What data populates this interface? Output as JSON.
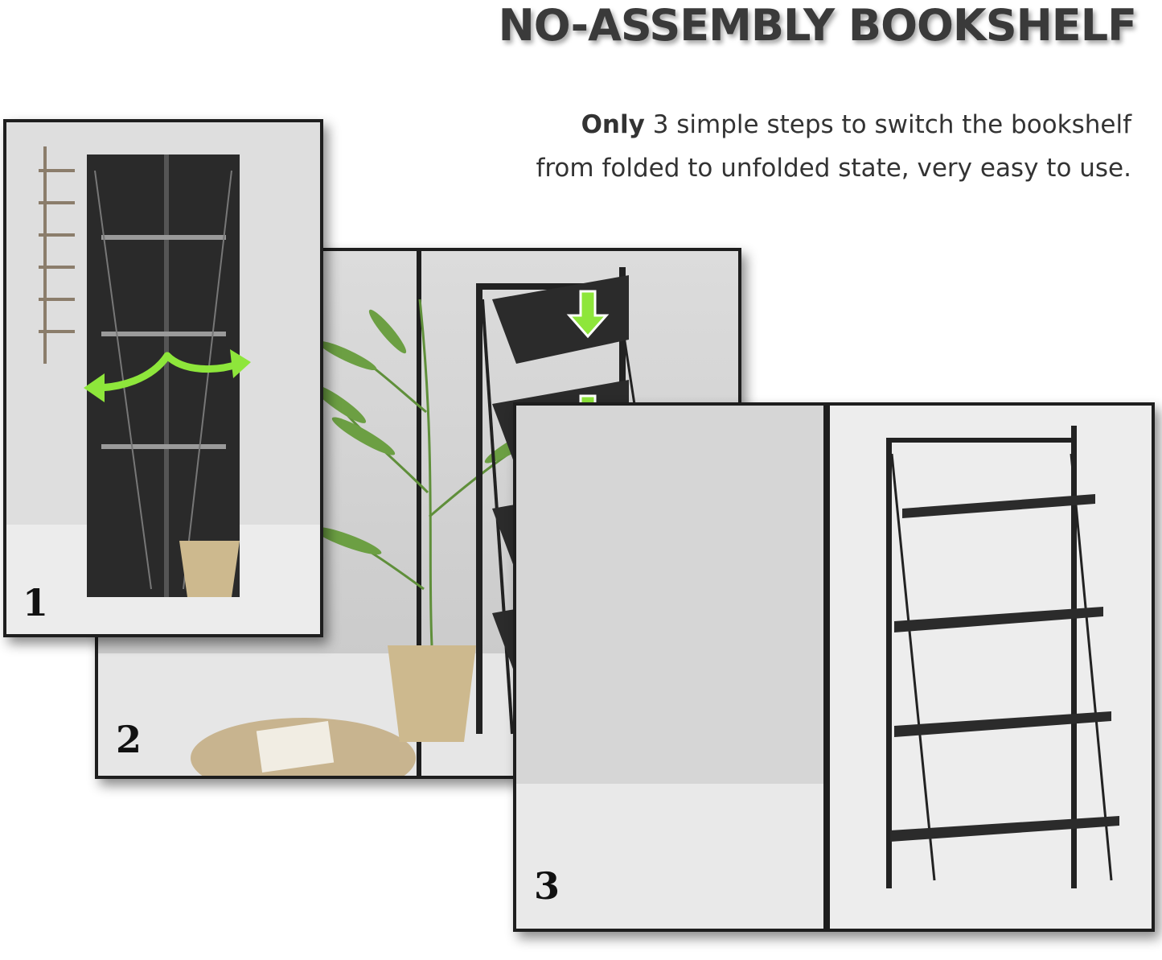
{
  "header": {
    "title": "NO-ASSEMBLY BOOKSHELF",
    "subtitle_bold": "Only",
    "subtitle_rest": "3 simple steps to switch the bookshelf",
    "subtitle_line2": "from folded to unfolded state, very easy to use."
  },
  "steps": [
    {
      "number": "1",
      "description": "folded bookshelf with curved green arrows"
    },
    {
      "number": "2",
      "description": "shelves folding down with green arrows"
    },
    {
      "number": "3",
      "description": "fully unfolded 4-tier bookshelf"
    }
  ],
  "colors": {
    "frame": "#1e1e1e",
    "arrow_green": "#8ee63b",
    "shelf": "#2b2b2b",
    "background_wall": "#d9d9d9"
  }
}
